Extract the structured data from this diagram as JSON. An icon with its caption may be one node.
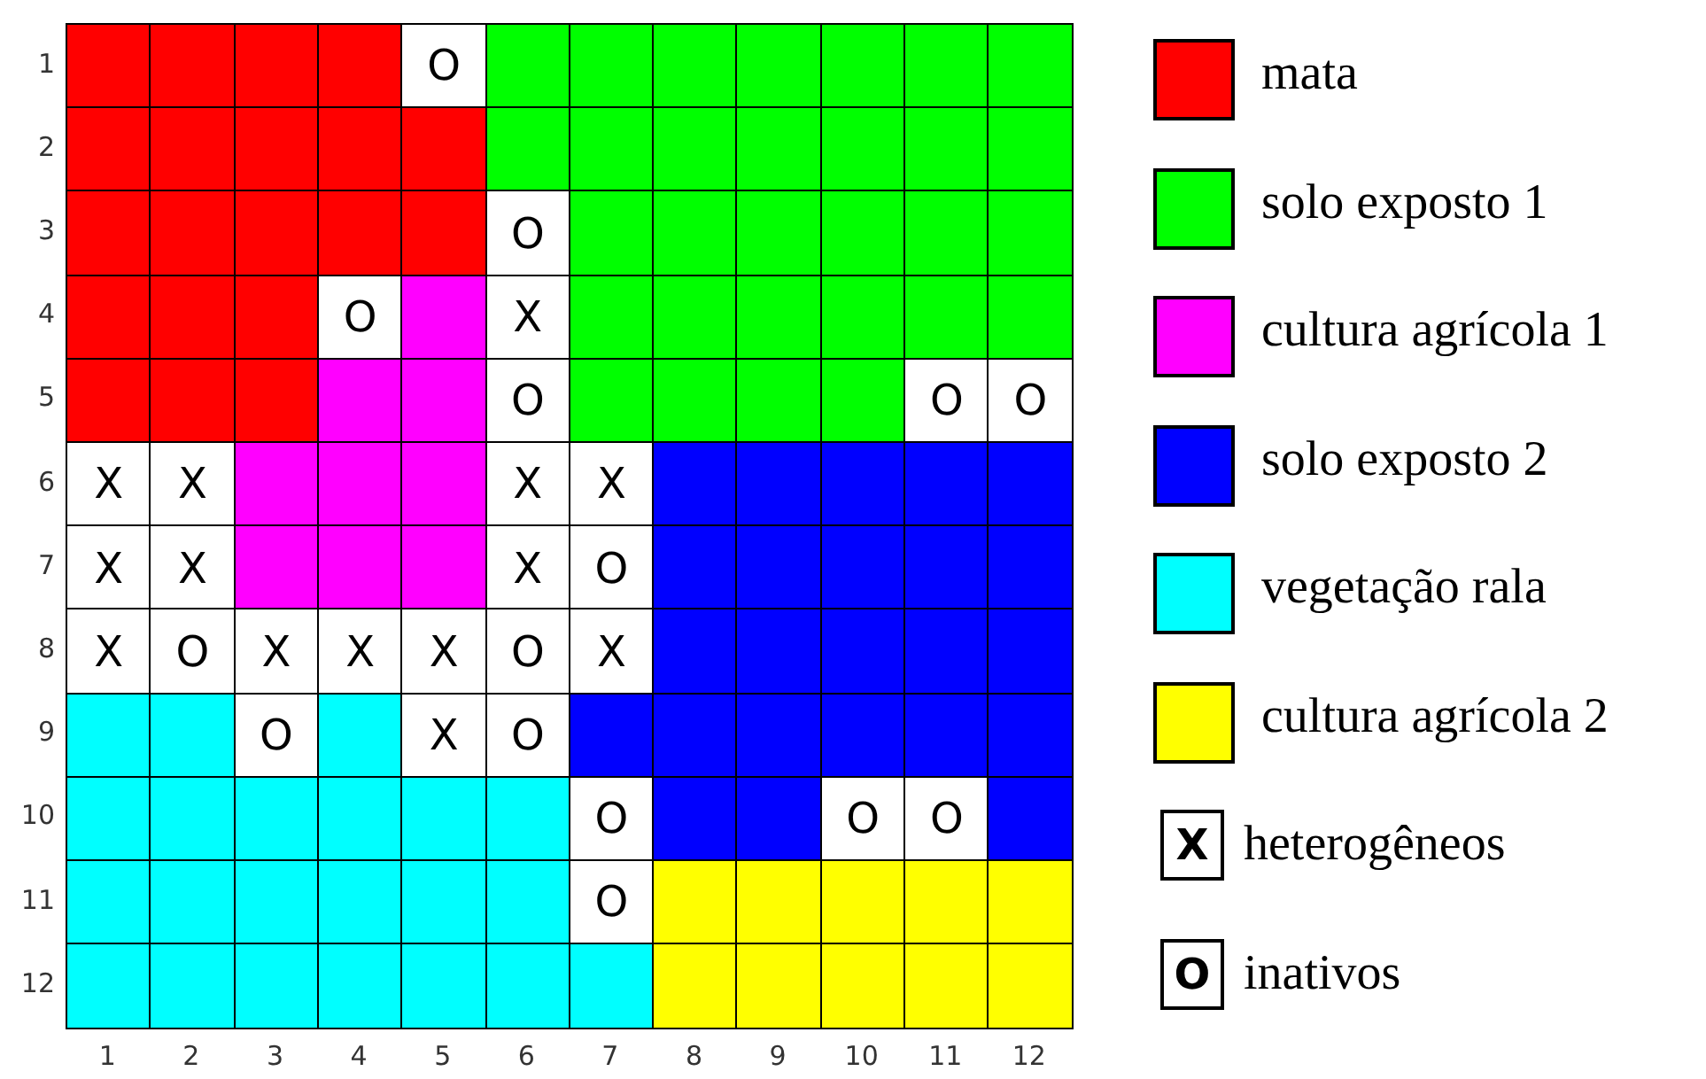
{
  "diagram": {
    "labels": [
      "1",
      "O",
      "2",
      "3",
      "O",
      "4",
      "O",
      "X",
      "5",
      "O",
      "O",
      "O",
      "6",
      "X",
      "X",
      "X",
      "X",
      "7",
      "X",
      "X",
      "X",
      "O",
      "8",
      "X",
      "O",
      "X",
      "X",
      "X",
      "O",
      "X",
      "9",
      "O",
      "X",
      "O",
      "10",
      "O",
      "O",
      "O",
      "11",
      "O",
      "12",
      "1",
      "2",
      "3",
      "4",
      "5",
      "6",
      "7",
      "8",
      "9",
      "10",
      "11",
      "12",
      "X",
      "O"
    ],
    "legend": [
      {
        "text": "mata",
        "color": "#ff0000"
      },
      {
        "text": "solo exposto 1",
        "color": "#00ff00"
      },
      {
        "text": "cultura agrícola 1",
        "color": "#ff00ff"
      },
      {
        "text": "solo exposto 2",
        "color": "#0000ff"
      },
      {
        "text": "vegetação rala",
        "color": "#00ffff"
      },
      {
        "text": "cultura agrícola 2",
        "color": "#ffff00"
      },
      {
        "text": "heterogêneos"
      },
      {
        "text": "inativos"
      }
    ]
  }
}
